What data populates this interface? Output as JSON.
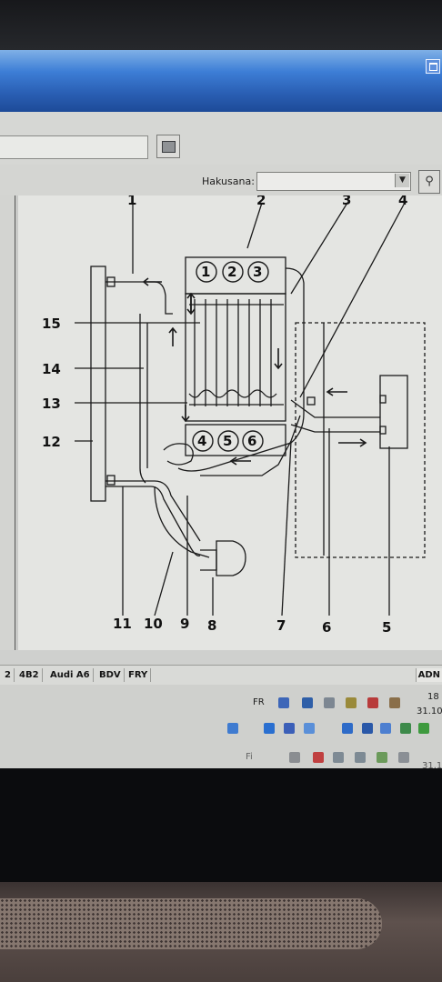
{
  "search": {
    "label": "Hakusana:",
    "value": ""
  },
  "diagram": {
    "callouts": [
      "1",
      "2",
      "3",
      "4",
      "5",
      "6",
      "7",
      "8",
      "9",
      "10",
      "11",
      "12",
      "13",
      "14",
      "15"
    ],
    "cylinders_top": [
      "1",
      "2",
      "3"
    ],
    "cylinders_bottom": [
      "4",
      "5",
      "6"
    ]
  },
  "status_bar": {
    "cells": [
      "2",
      "4B2",
      "Audi A6",
      "BDV",
      "FRY"
    ],
    "right_cell": "ADN"
  },
  "tray": {
    "language": "FR",
    "time_partial": "18",
    "date_partial": "31.10",
    "second_language": "Fi",
    "second_date_partial": "31.1"
  }
}
